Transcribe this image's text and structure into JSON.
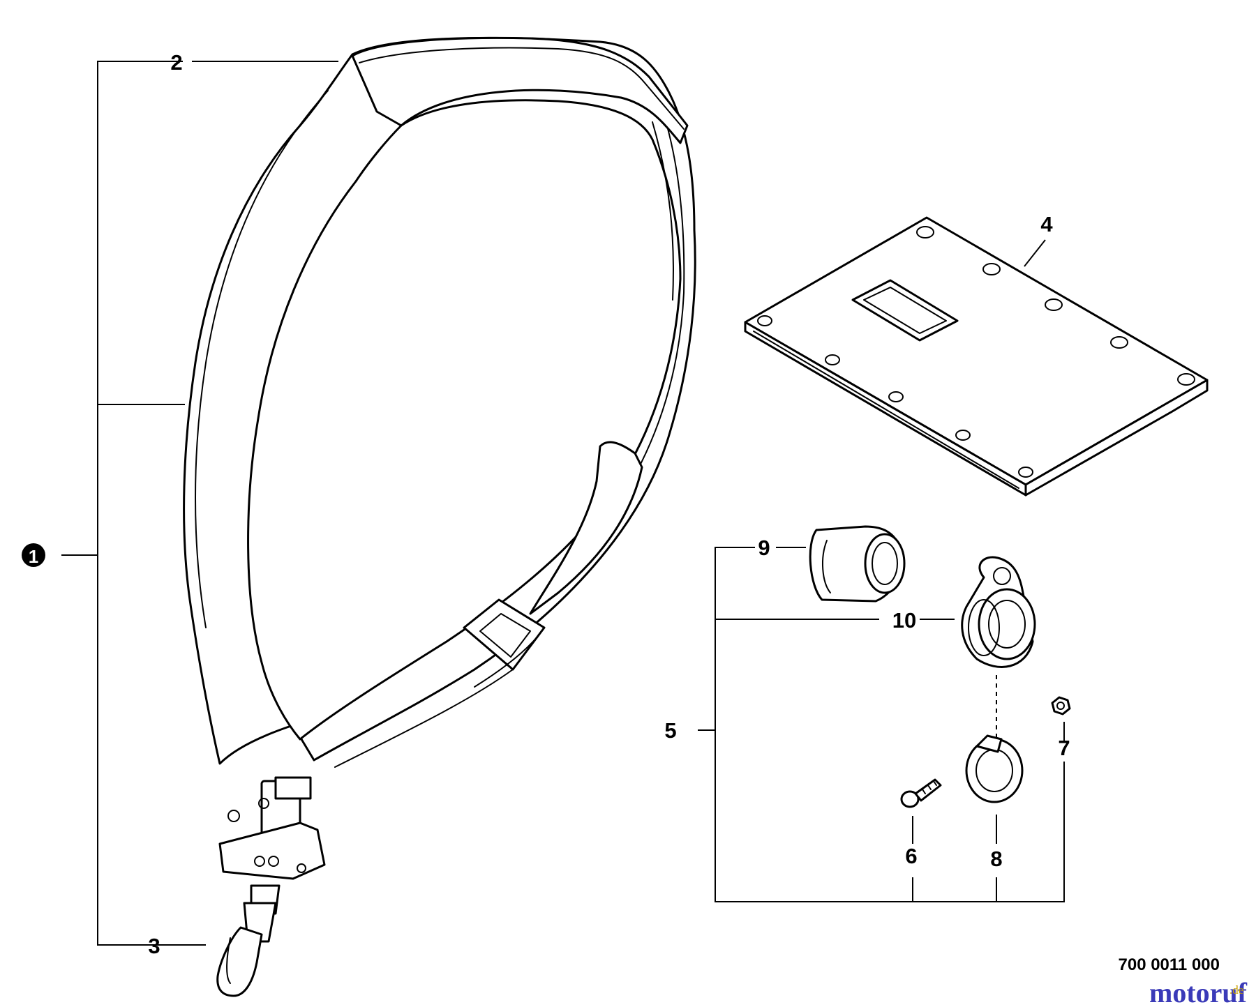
{
  "callouts": {
    "c1": "1",
    "c2": "2",
    "c3": "3",
    "c4": "4",
    "c5": "5",
    "c6": "6",
    "c7": "7",
    "c8": "8",
    "c9": "9",
    "c10": "10"
  },
  "drawing_number": "700 0011 000",
  "watermark": {
    "name": "motoruf",
    "tld": ".de",
    "colors": {
      "name": "#3a3ab8",
      "tld": "#c8a000"
    }
  }
}
